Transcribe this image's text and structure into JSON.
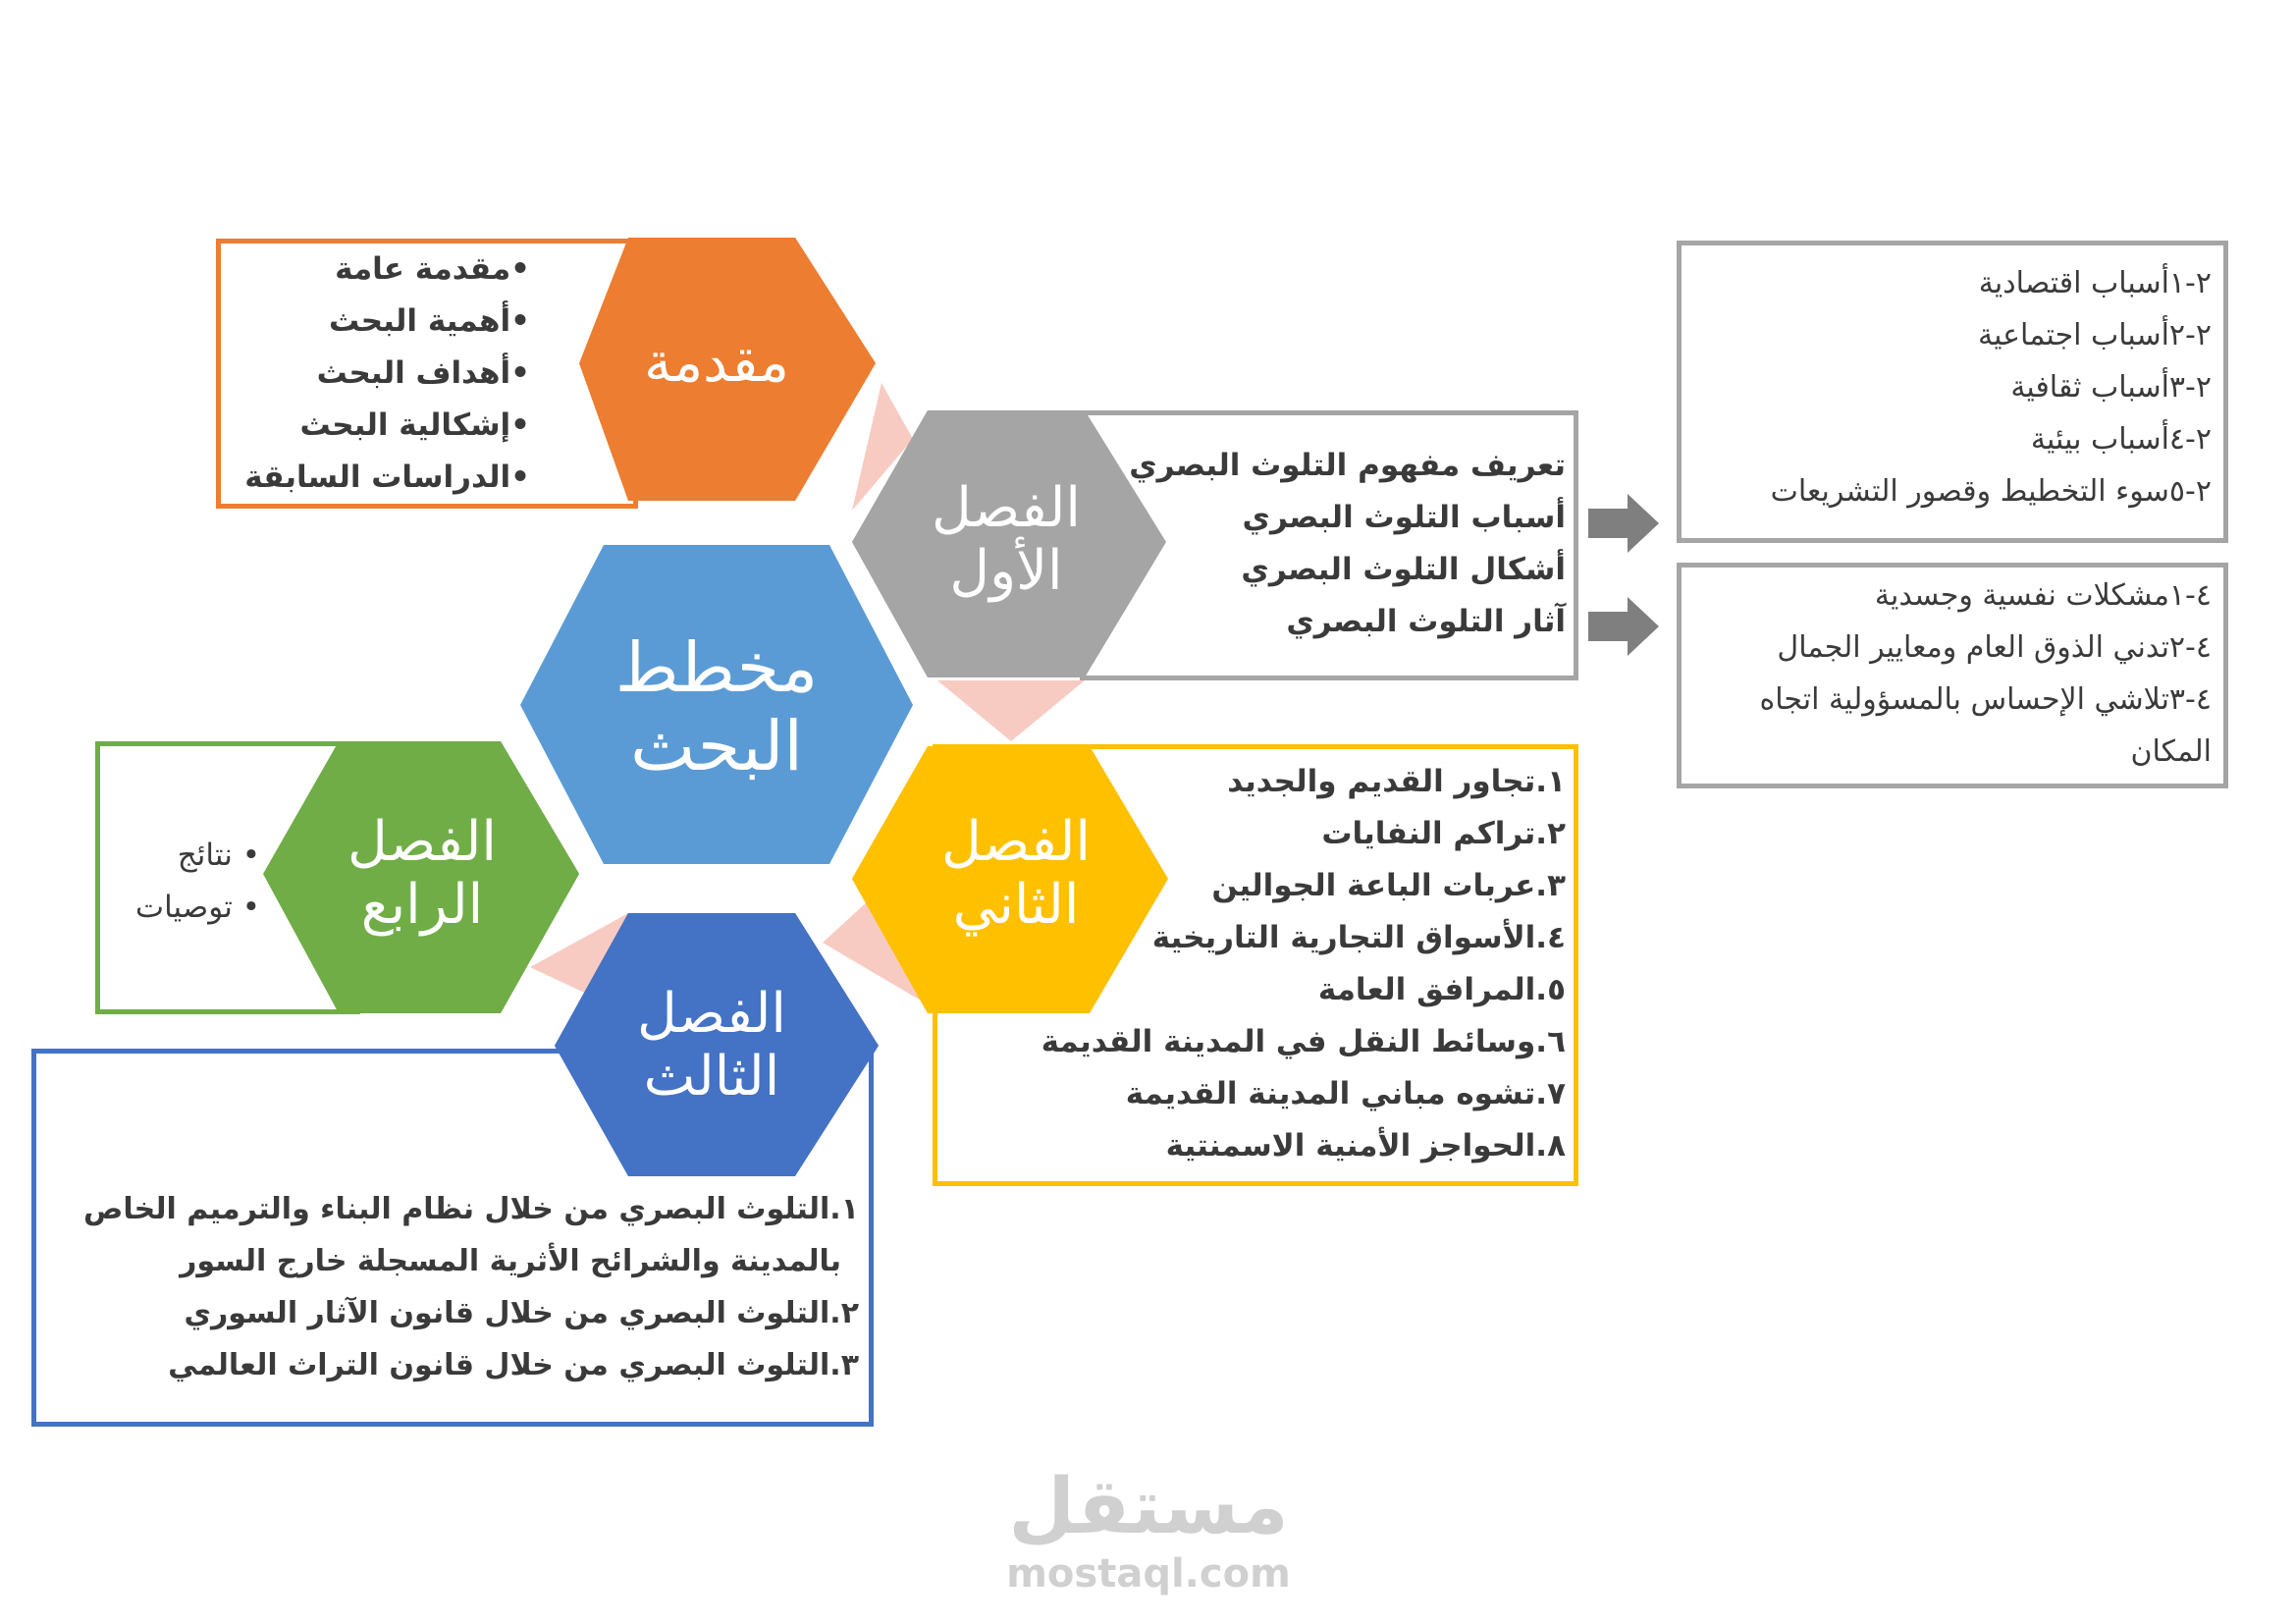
{
  "center": {
    "line1": "مخطط",
    "line2": "البحث"
  },
  "intro": {
    "title": "مقدمة",
    "items": [
      "•مقدمة عامة",
      "•أهمية البحث",
      "•أهداف البحث",
      "•إشكالية البحث",
      "•الدراسات السابقة"
    ]
  },
  "chapter1": {
    "line1": "الفصل",
    "line2": "الأول",
    "items": [
      "تعريف مفهوم التلوث البصري",
      "أسباب التلوث البصري",
      "أشكال التلوث البصري",
      "آثار التلوث البصري"
    ],
    "causes": [
      "٢-١أسباب اقتصادية",
      "٢-٢أسباب اجتماعية",
      "٢-٣أسباب ثقافية",
      "٢-٤أسباب بيئية",
      "٢-٥سوء التخطيط وقصور التشريعات"
    ],
    "effects": [
      "٤-١مشكلات نفسية وجسدية",
      "٤-٢تدني الذوق العام ومعايير الجمال",
      "٤-٣تلاشي الإحساس بالمسؤولية اتجاه",
      "المكان"
    ]
  },
  "chapter2": {
    "line1": "الفصل",
    "line2": "الثاني",
    "items": [
      "١.تجاور القديم والجديد",
      "٢.تراكم النفايات",
      "٣.عربات الباعة الجوالين",
      "٤.الأسواق التجارية التاريخية",
      "٥.المرافق العامة",
      "٦.وسائط النقل في المدينة القديمة",
      "٧.تشوه مباني المدينة القديمة",
      "٨.الحواجز الأمنية الاسمنتية"
    ]
  },
  "chapter3": {
    "line1": "الفصل",
    "line2": "الثالث",
    "items": [
      "١.التلوث البصري من خلال نظام البناء والترميم الخاص",
      "بالمدينة والشرائح الأثرية المسجلة خارج السور",
      "٢.التلوث البصري من خلال قانون الآثار السوري",
      "٣.التلوث البصري من خلال قانون التراث العالمي"
    ]
  },
  "chapter4": {
    "line1": "الفصل",
    "line2": "الرابع",
    "items": [
      "• نتائج",
      "• توصيات"
    ]
  },
  "watermark": {
    "arabic": "مستقل",
    "latin": "mostaql.com"
  },
  "colors": {
    "orange": "#ED7D31",
    "gray": "#A5A5A5",
    "blue": "#5B9BD5",
    "gold": "#FFC000",
    "green": "#70AD47",
    "darkblue": "#4472C4",
    "pink": "#F8CBC2",
    "arrow": "#7F7F7F"
  }
}
